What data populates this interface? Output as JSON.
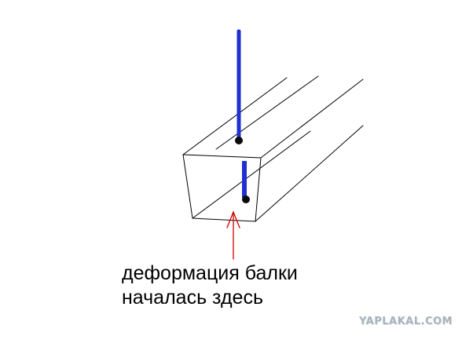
{
  "caption": {
    "line1": "деформация балки",
    "line2": "началась здесь"
  },
  "watermark": "YAPLAKAL.COM",
  "colors": {
    "beam_lines": "#000000",
    "rod": "#1f2fd0",
    "joint": "#0a0a0a",
    "arrow": "#cc0000",
    "watermark": "#a8b3bd"
  },
  "icons": {
    "arrow": "up-arrow-icon"
  }
}
